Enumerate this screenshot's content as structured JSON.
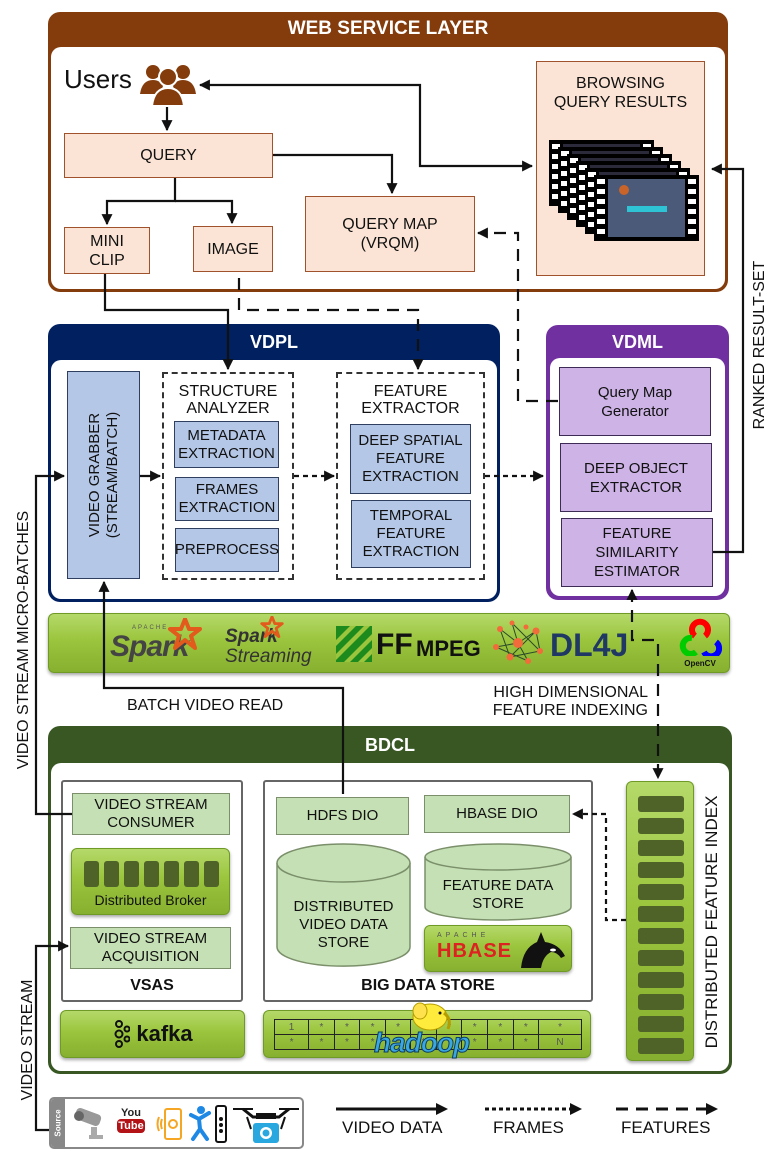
{
  "layers": {
    "web_service": {
      "title": "WEB SERVICE LAYER",
      "color": "#843c0c",
      "users_label": "Users",
      "query": "QUERY",
      "mini_clip": "MINI CLIP",
      "image": "IMAGE",
      "query_map_line1": "QUERY MAP",
      "query_map_line2": "(VRQM)",
      "browsing_line1": "BROWSING",
      "browsing_line2": "QUERY RESULTS"
    },
    "vdpl": {
      "title": "VDPL",
      "color": "#002060",
      "video_grabber_line1": "VIDEO GRABBER",
      "video_grabber_line2": "(STREAM/BATCH)",
      "structure_analyzer_line1": "STRUCTURE",
      "structure_analyzer_line2": "ANALYZER",
      "metadata_extraction": "METADATA EXTRACTION",
      "frames_extraction": "FRAMES EXTRACTION",
      "preprocess": "PREPROCESS",
      "feature_extractor_line1": "FEATURE",
      "feature_extractor_line2": "EXTRACTOR",
      "deep_spatial": "DEEP SPATIAL FEATURE EXTRACTION",
      "temporal": "TEMPORAL FEATURE EXTRACTION"
    },
    "vdml": {
      "title": "VDML",
      "color": "#7030a0",
      "query_map_generator": "Query Map Generator",
      "deep_object_extractor": "DEEP OBJECT EXTRACTOR",
      "feature_similarity_estimator": "FEATURE SIMILARITY ESTIMATOR"
    },
    "bdcl": {
      "title": "BDCL",
      "color": "#385723",
      "video_stream_consumer": "VIDEO STREAM CONSUMER",
      "distributed_broker": "Distributed Broker",
      "video_stream_acquisition": "VIDEO STREAM ACQUISITION",
      "vsas": "VSAS",
      "hdfs_dio": "HDFS DIO",
      "hbase_dio": "HBASE DIO",
      "distributed_video_store": "DISTRIBUTED VIDEO DATA STORE",
      "feature_data_store": "FEATURE DATA STORE",
      "big_data_store": "BIG DATA STORE",
      "distributed_feature_index": "DISTRIBUTED FEATURE INDEX",
      "kafka": "kafka",
      "hbase_apache": "APACHE",
      "hbase_logo": "HBASE",
      "hadoop": "hadoop",
      "hadoop_grid_row1": [
        "1",
        "*",
        "*",
        "*",
        "*",
        "*",
        "*",
        "*",
        "*",
        "*",
        "*"
      ],
      "hadoop_grid_row2": [
        "*",
        "*",
        "*",
        "*",
        "*",
        "*",
        "*",
        "*",
        "*",
        "*",
        "N"
      ]
    }
  },
  "tech_stack": {
    "spark_apache": "APACHE",
    "spark": "Spark",
    "spark_streaming_line1": "Spark",
    "spark_streaming_line2": "Streaming",
    "ffmpeg_ff": "FF",
    "ffmpeg_mpeg": "MPEG",
    "dl4j": "DL4J",
    "opencv": "OpenCV"
  },
  "edge_labels": {
    "batch_video_read": "BATCH VIDEO READ",
    "high_dim_line1": "HIGH DIMENSIONAL",
    "high_dim_line2": "FEATURE INDEXING",
    "ranked_result_set": "RANKED  RESULT-SET",
    "video_stream_micro_batches": "VIDEO STREAM MICRO-BATCHES",
    "video_stream": "VIDEO  STREAM"
  },
  "source": {
    "label": "Source",
    "icons": [
      "cctv-camera",
      "youtube",
      "smartphone",
      "person-motion",
      "kinect-sensor",
      "drone-camera"
    ],
    "youtube_you": "You",
    "youtube_tube": "Tube"
  },
  "legend": {
    "items": [
      {
        "label": "VIDEO DATA",
        "style": "solid"
      },
      {
        "label": "FRAMES",
        "style": "dotted"
      },
      {
        "label": "FEATURES",
        "style": "dashed"
      }
    ]
  },
  "colors": {
    "wsl_box": "#fbe4d5",
    "vdpl_box": "#b4c7e7",
    "vdml_box": "#cdb3e6",
    "bdcl_box": "#c5e0b4",
    "tech_green": "#9bc53d"
  }
}
